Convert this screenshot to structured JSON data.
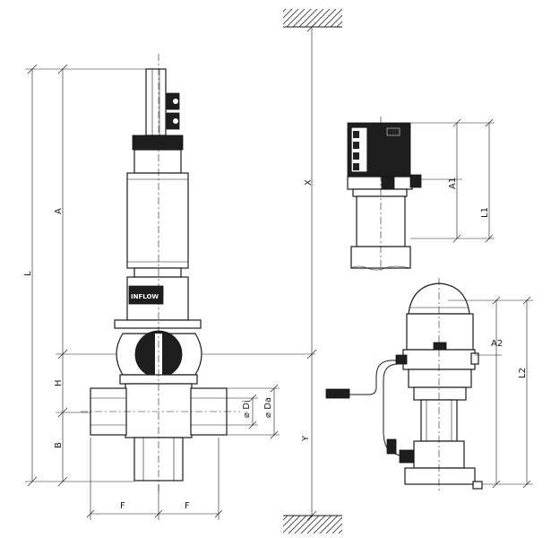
{
  "labels": {
    "L": "L",
    "A": "A",
    "H": "H",
    "B": "B",
    "F_left": "F",
    "F_right": "F",
    "X": "X",
    "Y": "Y",
    "Di": "⌀ Di",
    "Da": "⌀ Da",
    "A1": "A1",
    "L1": "L1",
    "A2": "A2",
    "L2": "L2"
  },
  "brand": "INFLOW",
  "colors": {
    "line": "#1a1a1a",
    "dark": "#1e1e1e",
    "hatch": "#333333"
  }
}
